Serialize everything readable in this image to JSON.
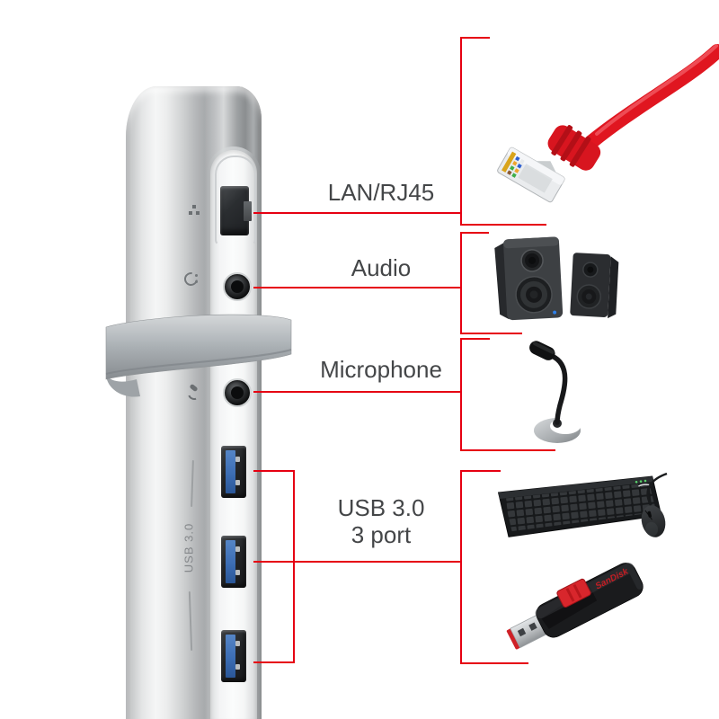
{
  "colors": {
    "accent_red": "#e60012",
    "label_text": "#444648",
    "port_blue": "#3c6db4"
  },
  "callouts": {
    "lan": {
      "label": "LAN/RJ45"
    },
    "audio": {
      "label": "Audio"
    },
    "microphone": {
      "label": "Microphone"
    },
    "usb": {
      "label_line1": "USB 3.0",
      "label_line2": "3 port"
    }
  },
  "device": {
    "engraving_vertical": "USB 3.0",
    "ports": [
      "rj45-lan",
      "audio-jack",
      "microphone-jack",
      "usb3-port-1",
      "usb3-port-2",
      "usb3-port-3"
    ]
  },
  "peripherals": {
    "ethernet_cable": "red RJ45 ethernet cable",
    "speakers": "black stereo speakers",
    "microphone": "gooseneck desktop microphone",
    "keyboard_mouse": "keyboard and mouse",
    "flash_drive": "USB flash drive",
    "flash_drive_brand": "SanDisk"
  }
}
